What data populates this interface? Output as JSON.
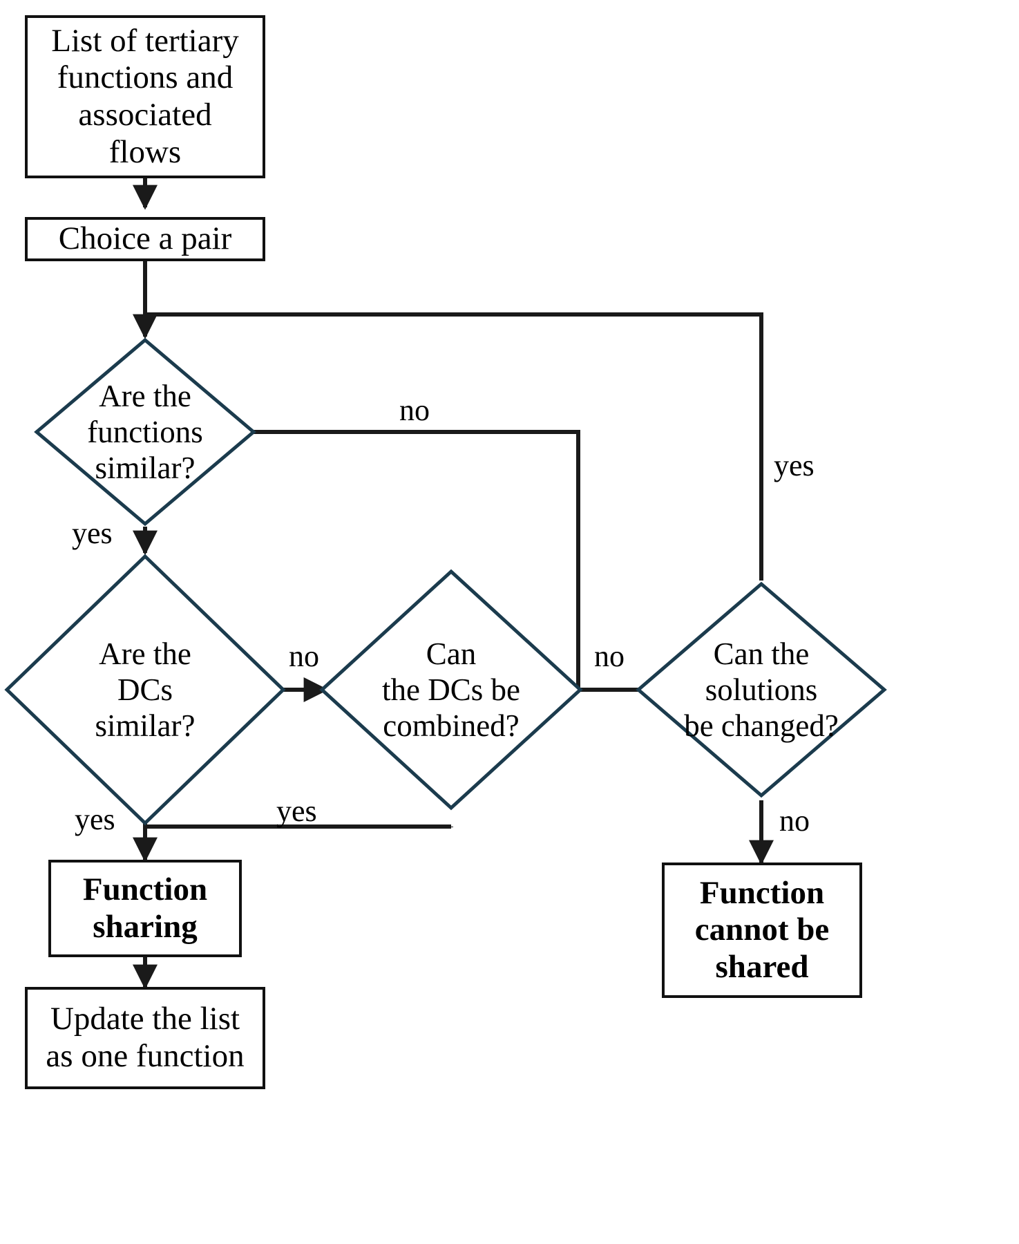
{
  "diagram": {
    "title": "Function sharing decision flowchart",
    "colors": {
      "process_border": "#111111",
      "decision_border": "#1b3b4d",
      "connector": "#1a1a1a",
      "text": "#000000",
      "background": "#ffffff"
    },
    "nodes": [
      {
        "id": "start",
        "type": "process",
        "lines": [
          "List of tertiary",
          "functions and",
          "associated",
          "flows"
        ],
        "bold": false
      },
      {
        "id": "choice",
        "type": "process",
        "lines": [
          "Choice a pair"
        ],
        "bold": false
      },
      {
        "id": "d1",
        "type": "decision",
        "lines": [
          "Are the",
          "functions",
          "similar?"
        ]
      },
      {
        "id": "d2",
        "type": "decision",
        "lines": [
          "Are the",
          "DCs",
          "similar?"
        ]
      },
      {
        "id": "d3",
        "type": "decision",
        "lines": [
          "Can",
          "the DCs be",
          "combined?"
        ]
      },
      {
        "id": "d4",
        "type": "decision",
        "lines": [
          "Can the",
          "solutions",
          "be changed?"
        ]
      },
      {
        "id": "share",
        "type": "process",
        "lines": [
          "Function",
          "sharing"
        ],
        "bold": true
      },
      {
        "id": "update",
        "type": "process",
        "lines": [
          "Update the list",
          "as one function"
        ],
        "bold": false
      },
      {
        "id": "cannot",
        "type": "process",
        "lines": [
          "Function",
          "cannot be",
          "shared"
        ],
        "bold": true
      }
    ],
    "edge_labels": [
      {
        "id": "e-d1-no",
        "text": "no"
      },
      {
        "id": "e-d4-yes",
        "text": "yes"
      },
      {
        "id": "e-d1-yes",
        "text": "yes"
      },
      {
        "id": "e-d2-no",
        "text": "no"
      },
      {
        "id": "e-d3-no",
        "text": "no"
      },
      {
        "id": "e-d2-yes",
        "text": "yes"
      },
      {
        "id": "e-d3-yes",
        "text": "yes"
      },
      {
        "id": "e-d4-no",
        "text": "no"
      }
    ]
  }
}
